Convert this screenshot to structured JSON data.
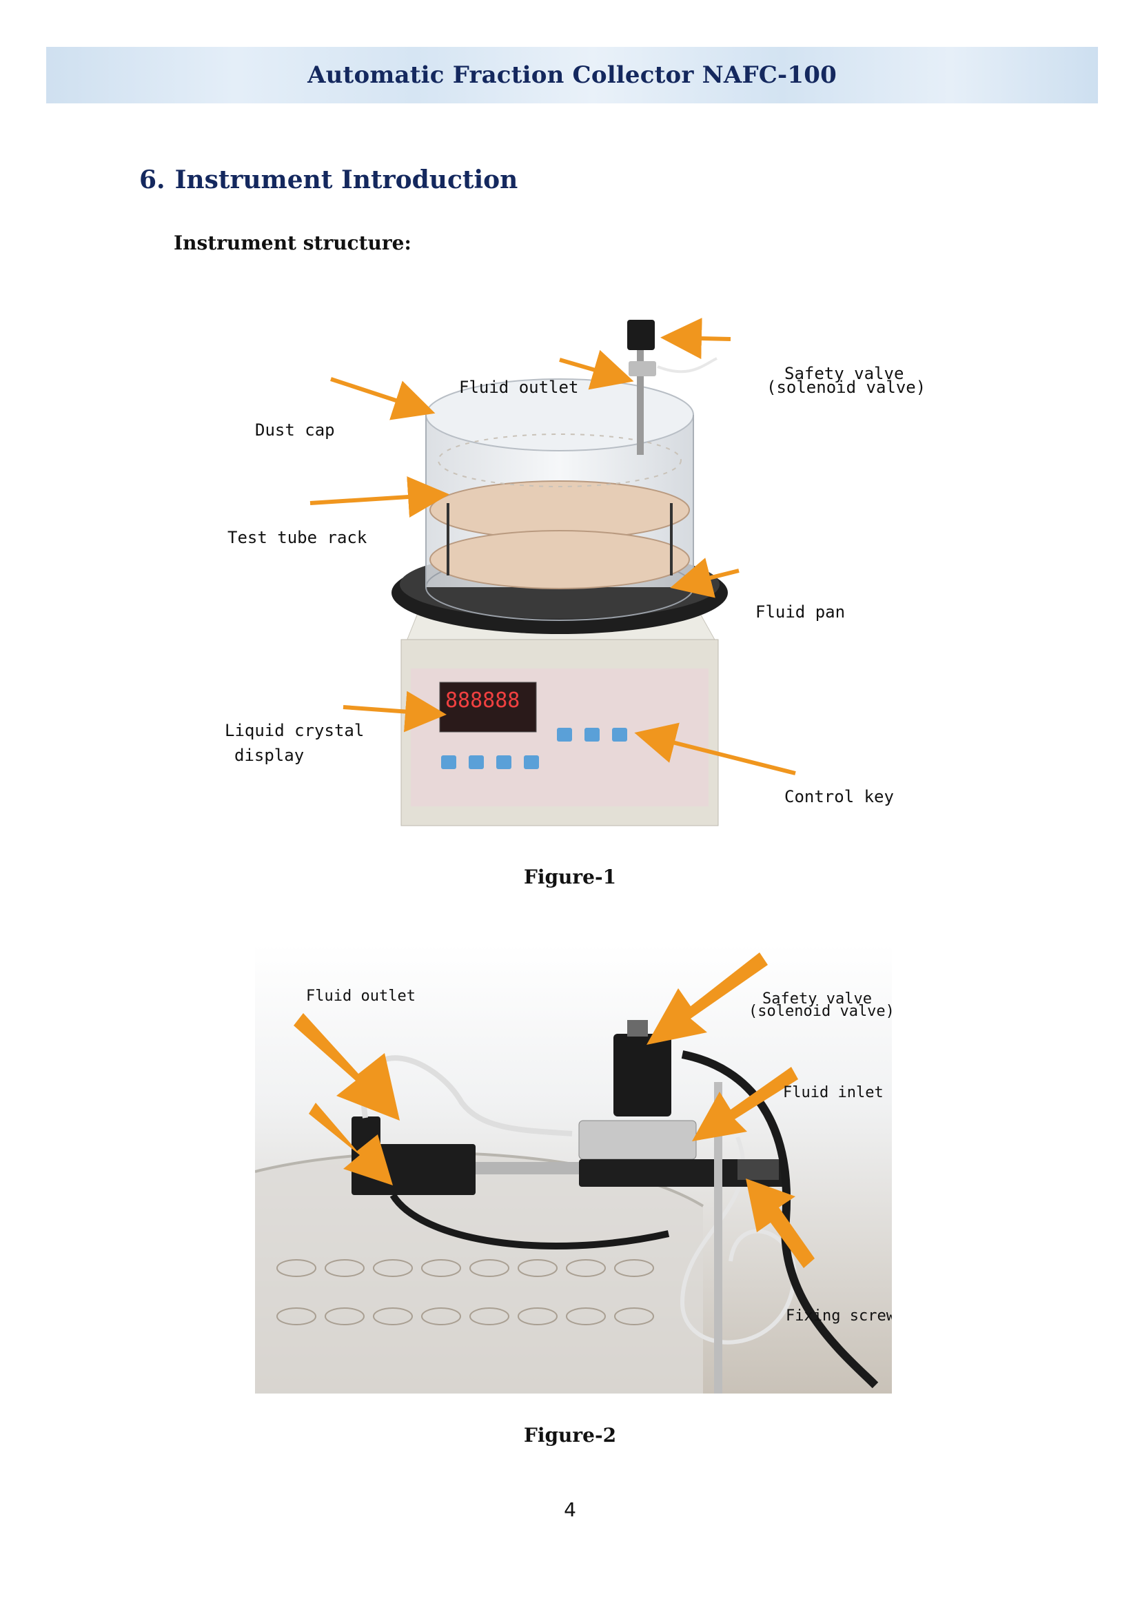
{
  "header": {
    "title": "Automatic Fraction Collector NAFC-100"
  },
  "section": {
    "number": "6.",
    "title": "Instrument Introduction",
    "subheading": "Instrument structure:"
  },
  "figure1": {
    "caption": "Figure-1",
    "labels": {
      "fluid_outlet": "Fluid outlet",
      "safety_valve_line1": "Safety valve",
      "safety_valve_line2": "(solenoid valve)",
      "dust_cap": "Dust cap",
      "test_tube_rack": "Test tube rack",
      "fluid_pan": "Fluid pan",
      "lcd_line1": "Liquid crystal",
      "lcd_line2": "display",
      "control_key": "Control key"
    },
    "display_digits": "888888",
    "colors": {
      "arrow": "#f0961e",
      "base": "#e3e0d6",
      "panel": "#e8d8d8",
      "rack": "#e6cdb6"
    }
  },
  "figure2": {
    "caption": "Figure-2",
    "labels": {
      "fluid_outlet": "Fluid outlet",
      "safety_valve_line1": "Safety valve",
      "safety_valve_line2": "(solenoid valve)",
      "fluid_inlet": "Fluid inlet",
      "fixing_screw": "Fixing screw"
    }
  },
  "page": {
    "number": "4"
  }
}
